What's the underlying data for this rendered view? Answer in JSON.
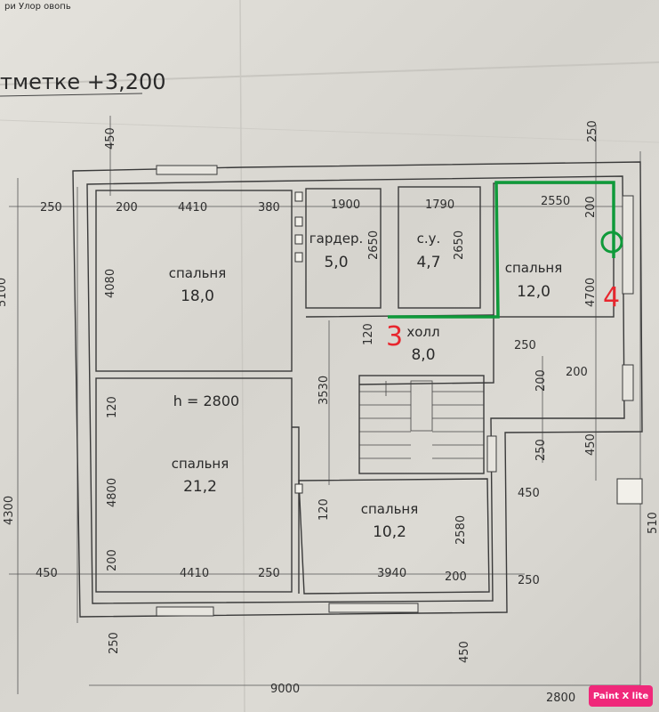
{
  "header": {
    "top_text": "ри Улор      овопь",
    "level_text": "тметке +3,200"
  },
  "rooms": [
    {
      "id": "bedroom-1",
      "name": "спальня",
      "area": "18,0"
    },
    {
      "id": "wardrobe",
      "name": "гардер.",
      "area": "5,0"
    },
    {
      "id": "wc",
      "name": "с.у.",
      "area": "4,7"
    },
    {
      "id": "bedroom-2",
      "name": "спальня",
      "area": "12,0"
    },
    {
      "id": "hall",
      "name": "холл",
      "area": "8,0"
    },
    {
      "id": "bedroom-3",
      "name": "спальня",
      "area": "21,2"
    },
    {
      "id": "bedroom-4",
      "name": "спальня",
      "area": "10,2"
    }
  ],
  "ceiling_height": "h = 2800",
  "dimensions": {
    "top_row": [
      "250",
      "200",
      "4410",
      "380",
      "1900",
      "1790",
      "2550",
      "250"
    ],
    "left_wall": "450",
    "room1_h": "4080",
    "wardrobe_h": "2650",
    "wc_h": "2650",
    "room2_h": "4700",
    "room2_top": "200",
    "hall_120": "120",
    "hall_3530": "3530",
    "right_250": "250",
    "right_200a": "200",
    "right_200b": "200",
    "right_250b": "250",
    "right_450": "450",
    "room3_120": "120",
    "room3_h": "4800",
    "room3_200": "200",
    "bottom_left_450": "450",
    "bottom_4410": "4410",
    "bottom_250": "250",
    "room4_120": "120",
    "room4_h": "2580",
    "bottom_3940": "3940",
    "bottom_200": "200",
    "right_450b": "450",
    "right_250c": "250",
    "bottom_250_left": "250",
    "bottom_450": "450",
    "overall_9000": "9000",
    "overall_2800": "2800",
    "side_4300": "4300",
    "side_5100": "5100",
    "side_510": "510"
  },
  "annotations": {
    "marker_3": "3",
    "marker_4": "4",
    "marker_color": "#e8262e",
    "route_color": "#0f9a3a"
  },
  "watermark": "Paint X lite"
}
